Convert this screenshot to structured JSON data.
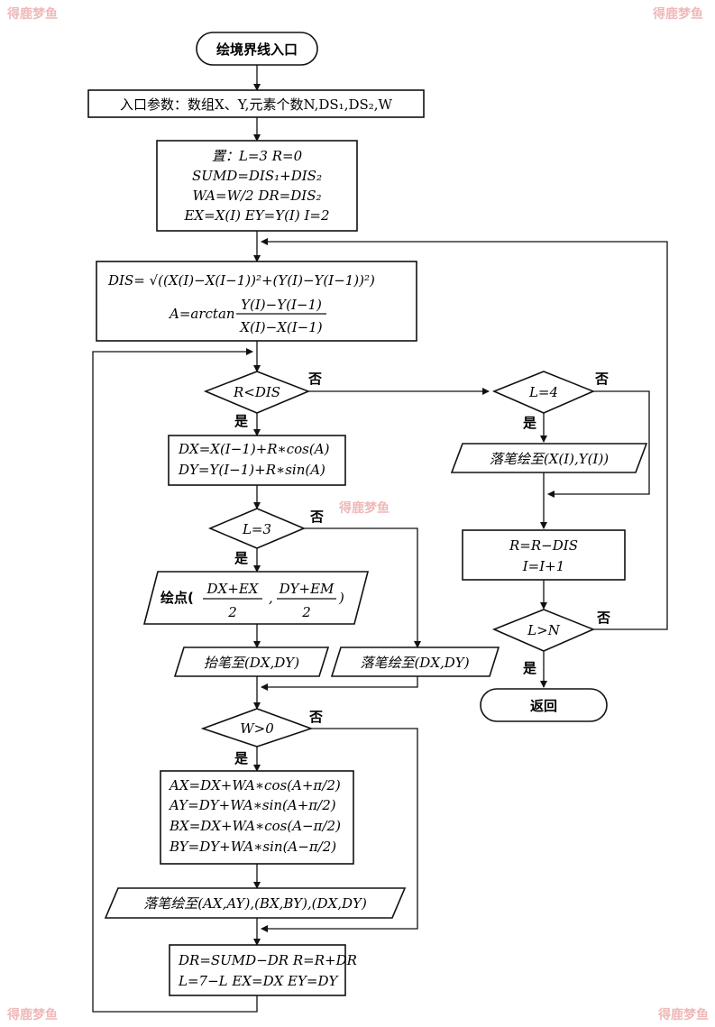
{
  "watermark": "得鹿梦鱼",
  "start": "绘境界线入口",
  "params": "入口参数：数组X、Y,元素个数N,DS₁,DS₂,W",
  "init": [
    "置：L=3   R=0",
    "SUMD=DIS₁+DIS₂",
    "WA=W/2   DR=DIS₂",
    "EX=X(I)   EY=Y(I)   I=2"
  ],
  "dis_line": "DIS= √((X(I)−X(I−1))²+(Y(I)−Y(I−1))²)",
  "a_prefix": "A=arctan",
  "a_num": "Y(I)−Y(I−1)",
  "a_den": "X(I)−X(I−1)",
  "cond_r_dis": "R<DIS",
  "calc_dxdy": [
    "DX=X(I−1)+R∗cos(A)",
    "DY=Y(I−1)+R∗sin(A)"
  ],
  "cond_l3": "L=3",
  "draw_point_prefix": "绘点(",
  "draw_point_num1": "DX+EX",
  "draw_point_num2": "DY+EM",
  "draw_point_den": "2",
  "draw_point_comma": ",",
  "draw_point_suffix": ")",
  "pen_up": "抬笔至(DX,DY)",
  "pen_down_dxdy": "落笔绘至(DX,DY)",
  "cond_w0": "W>0",
  "calc_ab": [
    "AX=DX+WA∗cos(A+π/2)",
    "AY=DY+WA∗sin(A+π/2)",
    "BX=DX+WA∗cos(A−π/2)",
    "BY=DY+WA∗sin(A−π/2)"
  ],
  "draw_ab": "落笔绘至(AX,AY),(BX,BY),(DX,DY)",
  "update_dr": [
    "DR=SUMD−DR R=R+DR",
    "L=7−L  EX=DX  EY=DY"
  ],
  "cond_l4": "L=4",
  "draw_xi": "落笔绘至(X(I),Y(I))",
  "update_ri": [
    "R=R−DIS",
    "I=I+1"
  ],
  "cond_ln": "L>N",
  "end": "返回",
  "yes": "是",
  "no": "否"
}
